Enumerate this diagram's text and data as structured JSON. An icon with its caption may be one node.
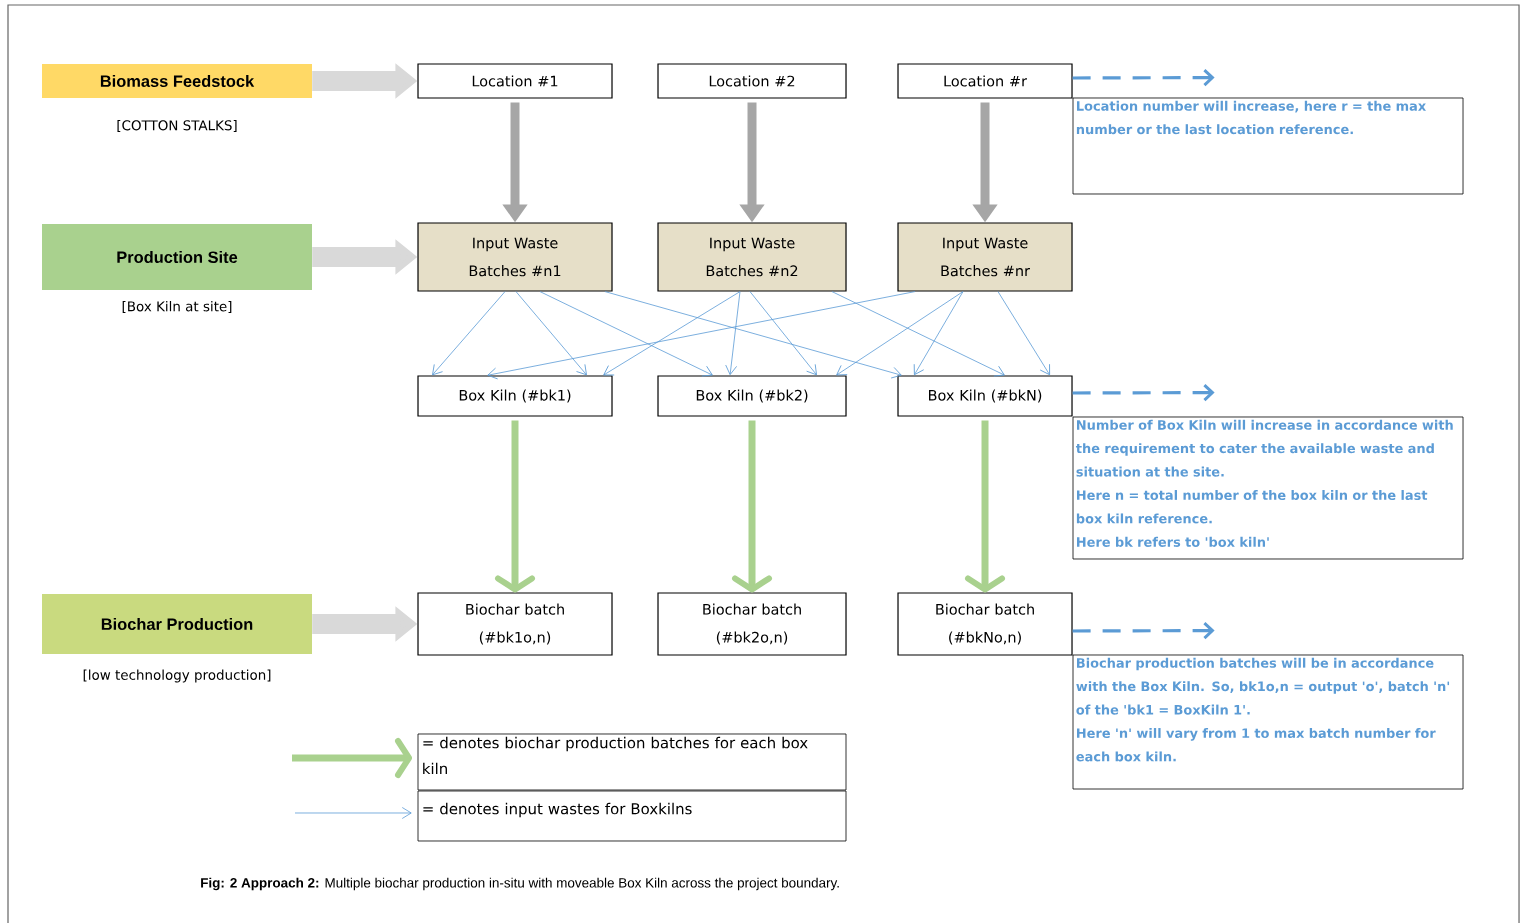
{
  "diagram": {
    "nodes": [
      {
        "text": [
          "Biomass Feedstock"
        ],
        "beside": [
          "[COTTON STALKS]"
        ]
      },
      {
        "text": [
          "Production Site"
        ],
        "beside": [
          "[Box Kiln at site]"
        ]
      },
      {
        "text": [
          "Biochar Production"
        ],
        "beside": [
          "[low technology production]"
        ]
      },
      {
        "text": [
          "Location #1"
        ]
      },
      {
        "text": [
          "Location #2"
        ]
      },
      {
        "text": [
          "Location #r"
        ]
      },
      {
        "text": [
          "Input Waste Batches #n1"
        ]
      },
      {
        "text": [
          "Input Waste Batches #n2"
        ]
      },
      {
        "text": [
          "Input Waste Batches #nr"
        ]
      },
      {
        "text": [
          "Box Kiln (#bk1)"
        ]
      },
      {
        "text": [
          "Box Kiln (#bk2)"
        ]
      },
      {
        "text": [
          "Box Kiln (#bkN)"
        ]
      },
      {
        "text": [
          "Biochar batch (#bk1o,n)"
        ]
      },
      {
        "text": [
          "Biochar batch (#bk2o,n)"
        ]
      },
      {
        "text": [
          "Biochar batch (#bkNo,n)"
        ]
      },
      {
        "text": [
          "Location number will increase, here r = the max number or the last location reference."
        ]
      },
      {
        "text": [
          "Number of Box Kiln will increase in accordance with the requirement to cater the available waste and situation at the site.",
          "Here n = total number of the box kiln or the last box kiln reference.",
          "Here bk refers to 'box kiln'"
        ]
      },
      {
        "text": [
          "Biochar production batches will be in accordance with the Box Kiln. So, bk1o,n = output 'o', batch 'n' of the 'bk1 = BoxKiln 1'.",
          "Here 'n' will vary from 1 to max batch number for each box kiln."
        ]
      }
    ],
    "edges": [
      {
        "from": 0,
        "to": 3,
        "arrow": "to",
        "style": "thick",
        "color": "#d9d9d9"
      },
      {
        "from": 1,
        "to": 6,
        "arrow": "to",
        "style": "thick",
        "color": "#d9d9d9"
      },
      {
        "from": 2,
        "to": 12,
        "arrow": "to",
        "style": "thick",
        "color": "#d9d9d9"
      },
      {
        "from": 3,
        "to": 6,
        "arrow": "to",
        "style": "thick",
        "color": "#a6a6a6"
      },
      {
        "from": 4,
        "to": 7,
        "arrow": "to",
        "style": "thick",
        "color": "#a6a6a6"
      },
      {
        "from": 5,
        "to": 8,
        "arrow": "to",
        "style": "thick",
        "color": "#a6a6a6"
      },
      {
        "from": 6,
        "to": 9,
        "arrow": "to"
      },
      {
        "from": 6,
        "to": 9,
        "arrow": "to"
      },
      {
        "from": 6,
        "to": 10,
        "arrow": "to"
      },
      {
        "from": 6,
        "to": 11,
        "arrow": "to"
      },
      {
        "from": 7,
        "to": 9,
        "arrow": "to"
      },
      {
        "from": 7,
        "to": 10,
        "arrow": "to"
      },
      {
        "from": 7,
        "to": 10,
        "arrow": "to"
      },
      {
        "from": 7,
        "to": 11,
        "arrow": "to"
      },
      {
        "from": 8,
        "to": 9,
        "arrow": "to"
      },
      {
        "from": 8,
        "to": 10,
        "arrow": "to"
      },
      {
        "from": 8,
        "to": 11,
        "arrow": "to"
      },
      {
        "from": 8,
        "to": 11,
        "arrow": "to"
      },
      {
        "from": 9,
        "to": 12,
        "arrow": "to",
        "style": "thick",
        "color": "#a9d18e"
      },
      {
        "from": 10,
        "to": 13,
        "arrow": "to",
        "style": "thick",
        "color": "#a9d18e"
      },
      {
        "from": 11,
        "to": 14,
        "arrow": "to",
        "style": "thick",
        "color": "#a9d18e"
      },
      {
        "from": 5,
        "to": 15,
        "arrow": "to",
        "style": "dashed",
        "color": "#5b9bd5"
      },
      {
        "from": 11,
        "to": 16,
        "arrow": "to",
        "style": "dashed",
        "color": "#5b9bd5"
      },
      {
        "from": 14,
        "to": 17,
        "arrow": "to",
        "style": "dashed",
        "color": "#5b9bd5"
      }
    ],
    "legend": [
      {
        "text": "= denotes biochar production batches for each box kiln"
      },
      {
        "text": "= denotes input wastes for Boxkilns"
      }
    ],
    "caption": "**Fig: 2** **Approach 2:** Multiple biochar production in-situ with moveable Box Kiln across the project boundary."
  }
}
